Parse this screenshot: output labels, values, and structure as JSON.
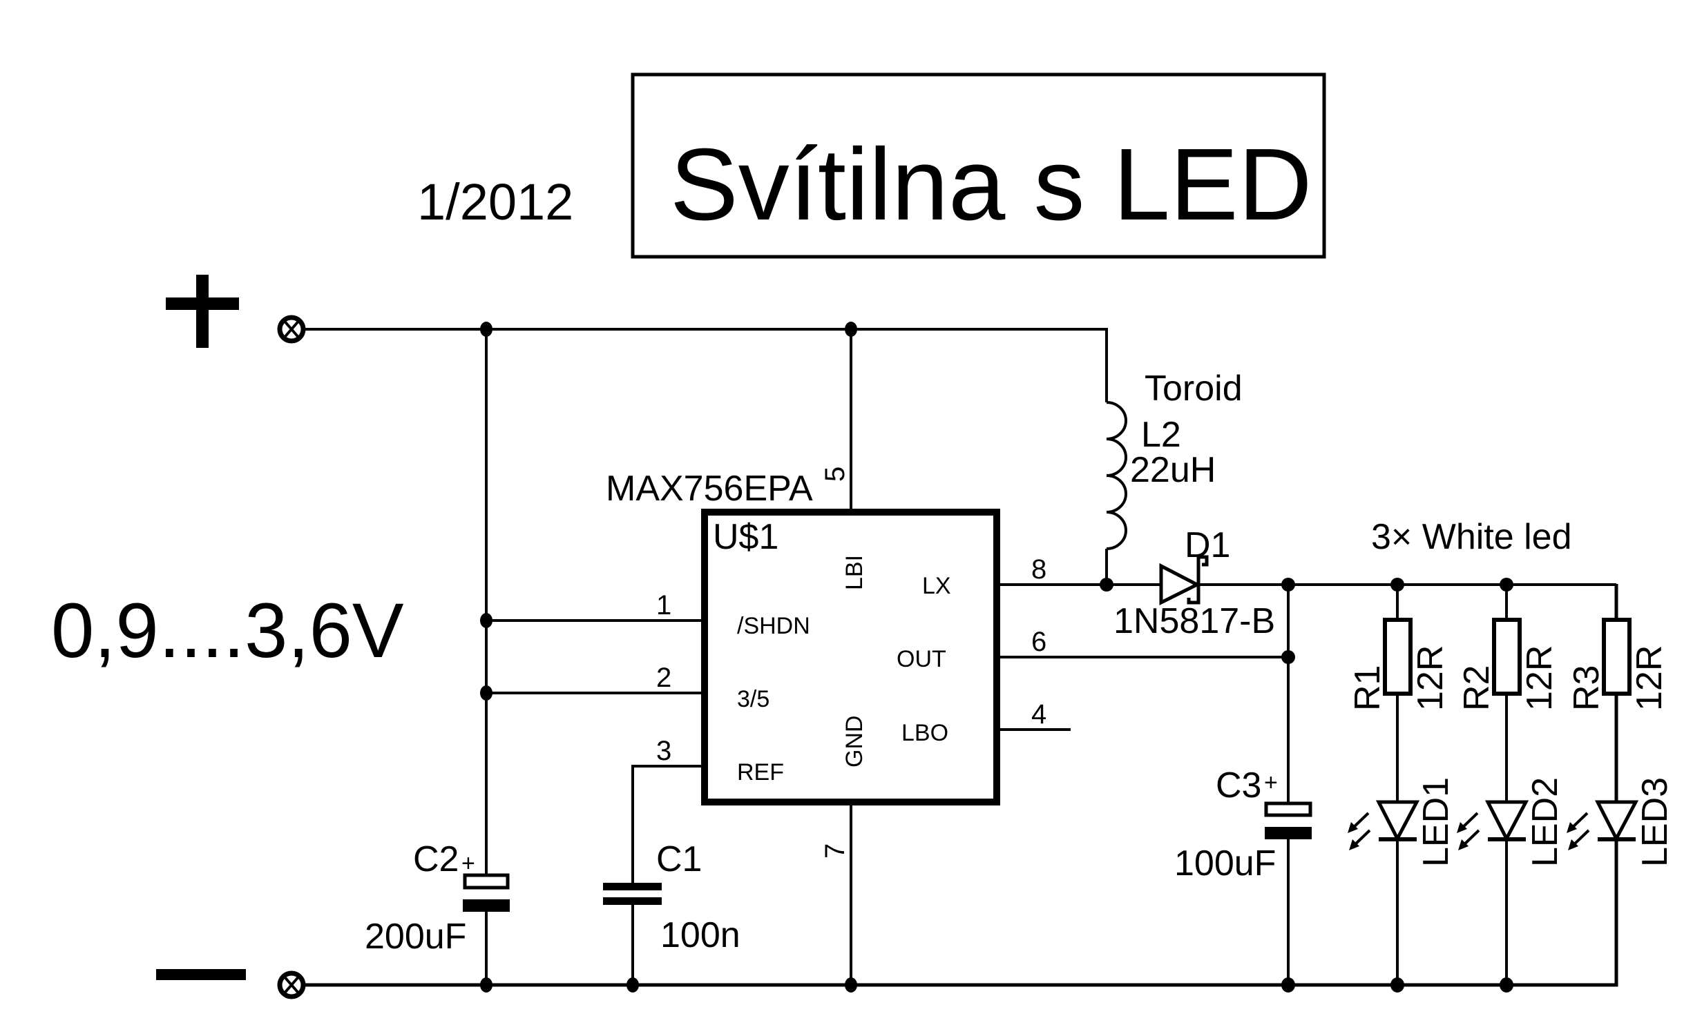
{
  "title": "Svítilna s LED",
  "date": "1/2012",
  "supply": {
    "plus_symbol": "+",
    "minus_symbol": "—",
    "voltage_range": "0,9....3,6V"
  },
  "ic": {
    "part": "MAX756EPA",
    "ref": "U$1",
    "pins": [
      {
        "num": "1",
        "name": "/SHDN"
      },
      {
        "num": "2",
        "name": "3/5"
      },
      {
        "num": "3",
        "name": "REF"
      },
      {
        "num": "4",
        "name": "LBO"
      },
      {
        "num": "5",
        "name": "LBI"
      },
      {
        "num": "6",
        "name": "OUT"
      },
      {
        "num": "7",
        "name": "GND"
      },
      {
        "num": "8",
        "name": "LX"
      }
    ]
  },
  "inductor": {
    "note": "Toroid",
    "ref": "L2",
    "value": "22uH"
  },
  "diode": {
    "ref": "D1",
    "part": "1N5817-B"
  },
  "capacitors": [
    {
      "ref": "C1",
      "value": "100n",
      "polarized": false
    },
    {
      "ref": "C2",
      "value": "200uF",
      "polarized": true,
      "plus": "+"
    },
    {
      "ref": "C3",
      "value": "100uF",
      "polarized": true,
      "plus": "+"
    }
  ],
  "led_group_label": "3× White led",
  "resistors": [
    {
      "ref": "R1",
      "value": "12R"
    },
    {
      "ref": "R2",
      "value": "12R"
    },
    {
      "ref": "R3",
      "value": "12R"
    }
  ],
  "leds": [
    {
      "ref": "LED1"
    },
    {
      "ref": "LED2"
    },
    {
      "ref": "LED3"
    }
  ]
}
